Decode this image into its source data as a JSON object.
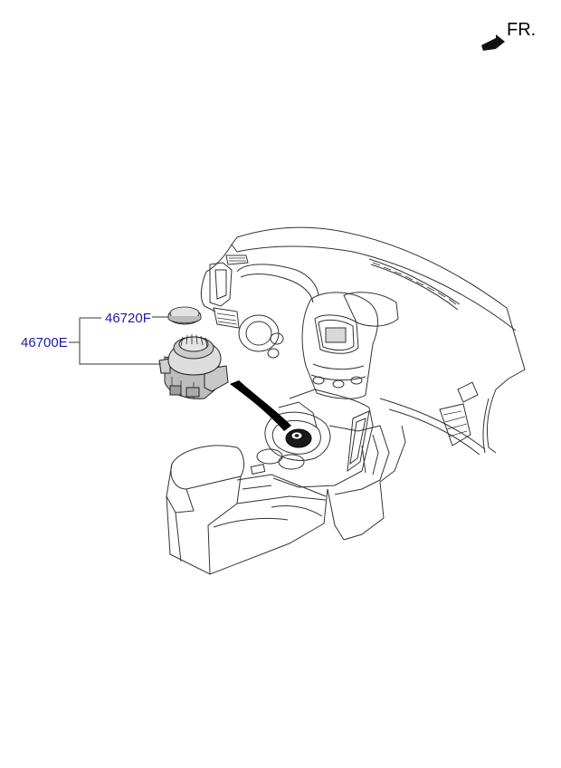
{
  "orientation": {
    "label": "FR.",
    "icon": "front-direction-arrow-icon"
  },
  "parts": [
    {
      "code": "46720F",
      "name_shown": false
    },
    {
      "code": "46700E",
      "name_shown": false
    }
  ],
  "colors": {
    "part_label": "#1a1aa6",
    "line": "#222222",
    "component_fill": "#d9d9d9"
  }
}
